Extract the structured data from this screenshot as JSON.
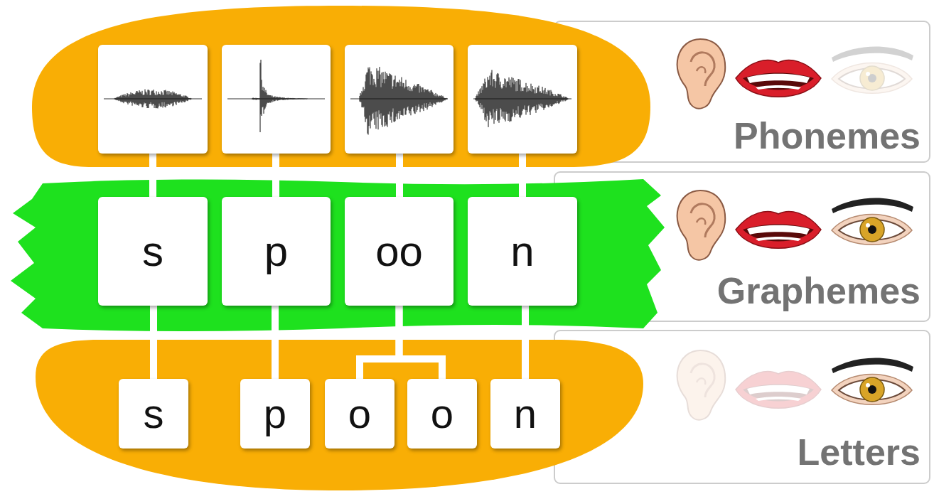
{
  "diagram": {
    "nodes": [
      {
        "text": [
          "Phonemes"
        ]
      },
      {
        "text": [
          "s"
        ]
      },
      {
        "text": [
          "p"
        ]
      },
      {
        "text": [
          "oo"
        ]
      },
      {
        "text": [
          "n"
        ]
      },
      {
        "text": [
          "Graphemes"
        ]
      },
      {
        "text": [
          "s"
        ]
      },
      {
        "text": [
          "p"
        ]
      },
      {
        "text": [
          "o"
        ]
      },
      {
        "text": [
          "o"
        ]
      },
      {
        "text": [
          "n"
        ]
      },
      {
        "text": [
          "Letters"
        ]
      }
    ],
    "edges": [
      {
        "from": 1,
        "to": 6,
        "arrow": "none"
      },
      {
        "from": 2,
        "to": 7,
        "arrow": "none"
      },
      {
        "from": 3,
        "to": 8,
        "arrow": "none"
      },
      {
        "from": 3,
        "to": 9,
        "arrow": "none"
      },
      {
        "from": 4,
        "to": 10,
        "arrow": "none"
      }
    ]
  }
}
